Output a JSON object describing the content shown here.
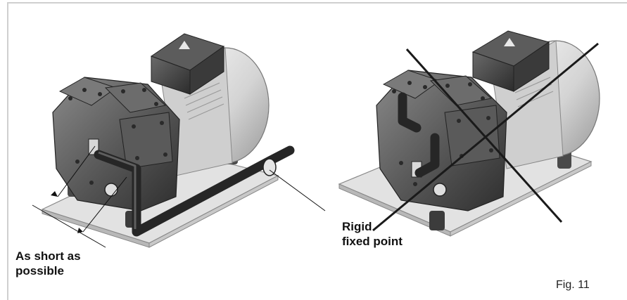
{
  "labels": {
    "short_line1": "As short as",
    "short_line2": "possible",
    "rigid_line1": "Rigid",
    "rigid_line2": "fixed point"
  },
  "figure_caption": "Fig. 11",
  "colors": {
    "frame": "#cfcfcf",
    "machine_dark": "#3a3a3a",
    "machine_mid": "#6e6e6e",
    "machine_light": "#bdbdbd",
    "base_plate": "#dcdcdc",
    "pipe": "#2a2a2a"
  }
}
